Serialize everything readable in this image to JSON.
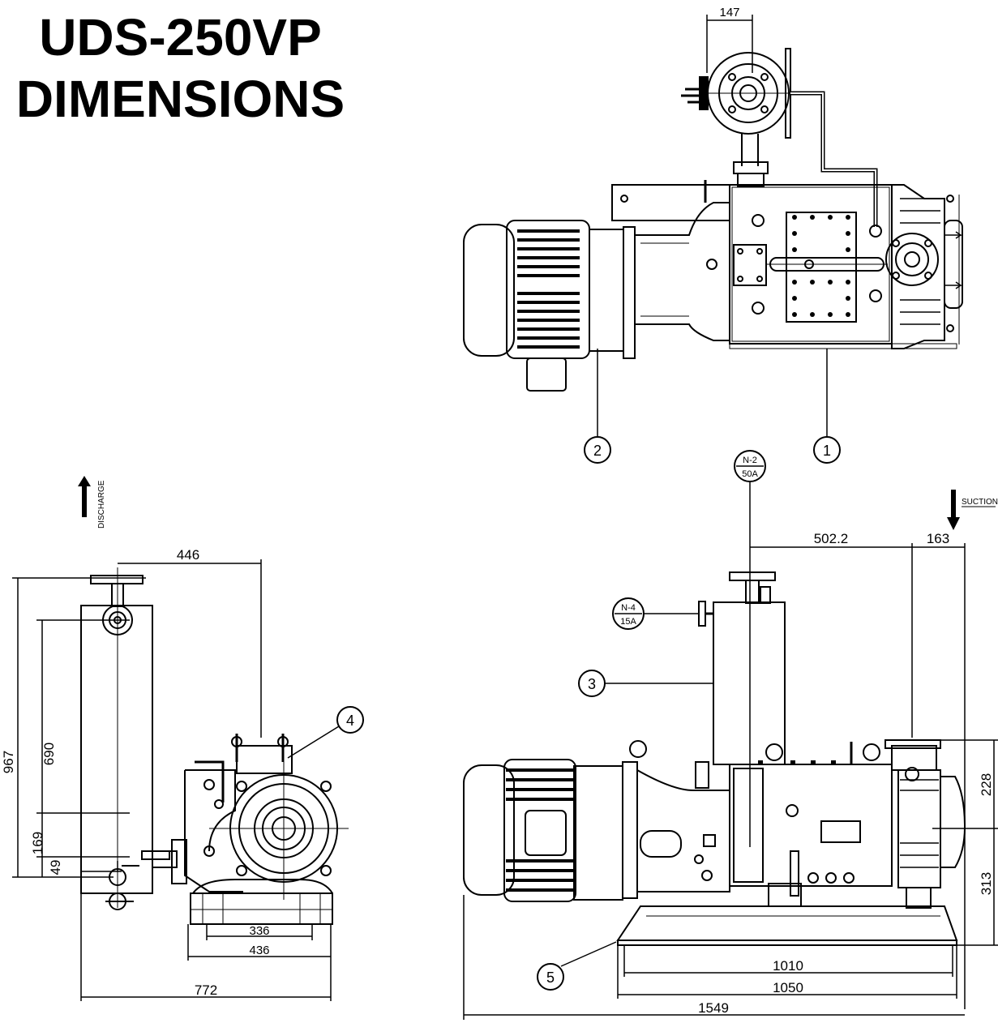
{
  "title": {
    "line1": "UDS-250VP",
    "line2": "DIMENSIONS"
  },
  "top_view": {
    "dim_flange_offset": "147",
    "callout_1": "1",
    "callout_2": "2"
  },
  "side_view": {
    "discharge_label": "DISCHARGE",
    "dim_height_total": "967",
    "dim_outlet_height": "690",
    "dim_drain_height": "169",
    "dim_base_height": "49",
    "dim_outlet_offset": "446",
    "dim_foot_inner": "336",
    "dim_foot_outer": "436",
    "dim_total_width": "772",
    "callout_4": "4"
  },
  "front_view": {
    "suction_label": "SUCTION",
    "n2_top": "N-2",
    "n2_bottom": "50A",
    "n4_top": "N-4",
    "n4_bottom": "15A",
    "dim_n2_to_suction": "502.2",
    "dim_suction_offset": "163",
    "dim_upper_height": "228",
    "dim_lower_height": "313",
    "dim_base_inner": "1010",
    "dim_base_outer": "1050",
    "dim_overall_length": "1549",
    "callout_3": "3",
    "callout_5": "5"
  }
}
